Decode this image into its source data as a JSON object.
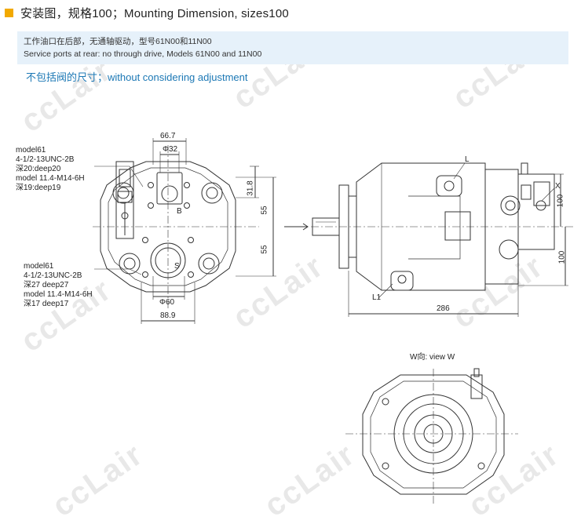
{
  "header": {
    "title": "安装图，规格100；Mounting Dimension, sizes100",
    "accent_color": "#f2a900"
  },
  "note": {
    "line_cn": "工作油口在后部，无通轴驱动，型号61N00和11N00",
    "line_en": "Service ports at rear: no through drive, Models 61N00 and 11N00",
    "background": "#e6f1fa"
  },
  "subtitle": {
    "text": "不包括阀的尺寸；without considering adjustment",
    "color": "#1c78b5"
  },
  "front_view": {
    "top_callout": [
      "model61",
      "4-1/2-13UNC-2B",
      "深20:deep20",
      "model 11.4-M14-6H",
      "深19:deep19"
    ],
    "bottom_callout": [
      "model61",
      "4-1/2-13UNC-2B",
      "深27 deep27",
      "model 11.4-M14-6H",
      "深17 deep17"
    ],
    "dimensions": {
      "top_width": "66.7",
      "top_dia": "Φ32",
      "right_top": "31.8",
      "upper_half": "55",
      "lower_half": "55",
      "bottom_dia": "Φ60",
      "bottom_width": "88.9"
    },
    "port_labels": {
      "b": "B",
      "s": "S"
    }
  },
  "side_view": {
    "labels": {
      "l": "L",
      "l1": "L1",
      "x": "X"
    },
    "dimensions": {
      "length": "286",
      "right_upper": "100",
      "right_lower": "100"
    }
  },
  "w_view": {
    "title": "W向: view W"
  },
  "watermark": {
    "text": "ccLair"
  }
}
